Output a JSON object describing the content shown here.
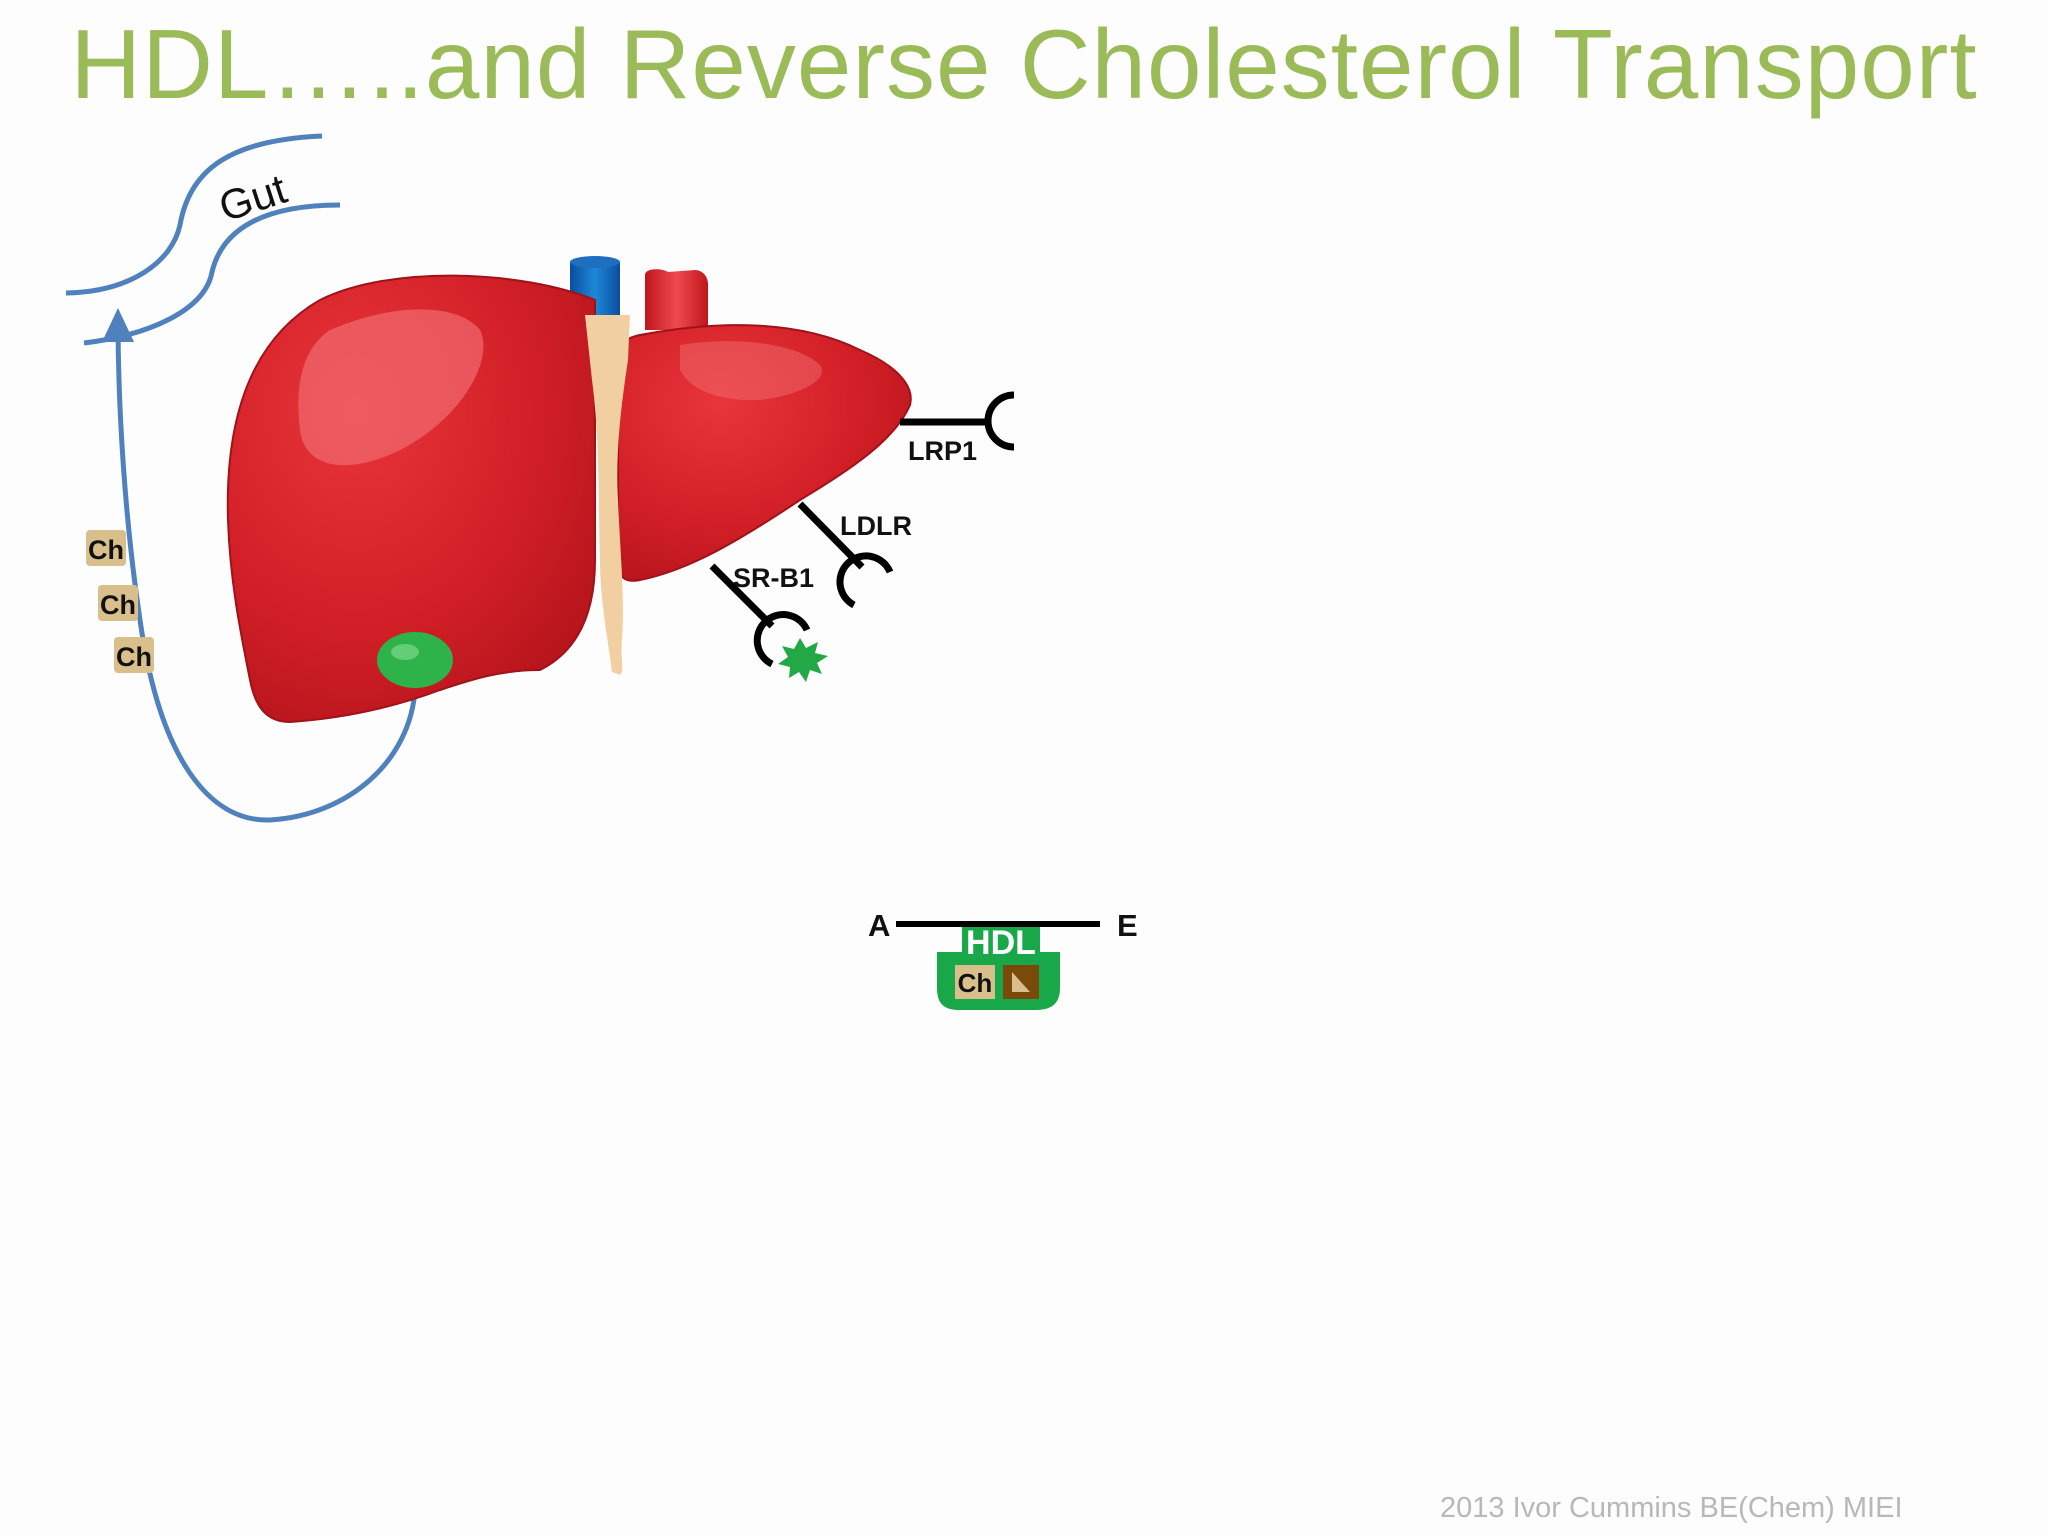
{
  "slide": {
    "title": "HDL…..and Reverse Cholesterol Transport",
    "footer": "2013 Ivor Cummins BE(Chem) MIEI"
  },
  "gut": {
    "label": "Gut"
  },
  "cholesterol_particles": [
    "Ch",
    "Ch",
    "Ch"
  ],
  "receptors": {
    "lrp1": "LRP1",
    "ldlr": "LDLR",
    "srb1": "SR-B1"
  },
  "hdl": {
    "label": "HDL",
    "left_apo": "A",
    "right_apo": "E",
    "cargo_label": "Ch"
  },
  "colors": {
    "title": "#9bbb59",
    "pathway": "#4f81bd",
    "liver": "#d8222a",
    "gallbladder": "#2db34a",
    "hdl": "#18a84a",
    "cholesterol": "#d9bf8c",
    "triglyceride": "#7a4a0a"
  }
}
